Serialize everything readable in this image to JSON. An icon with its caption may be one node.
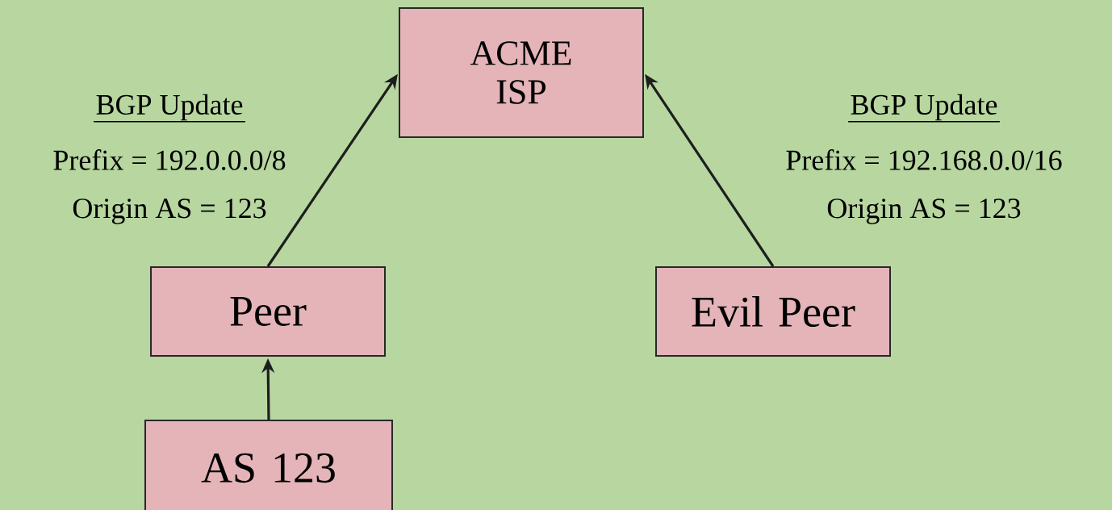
{
  "diagram": {
    "nodes": [
      {
        "text": [
          "ACME ISP"
        ]
      },
      {
        "text": [
          "Peer"
        ]
      },
      {
        "text": [
          "Evil Peer"
        ]
      },
      {
        "text": [
          "AS 123"
        ]
      }
    ],
    "edges": [
      {
        "from": 1,
        "to": 0,
        "arrow": "to"
      },
      {
        "from": 2,
        "to": 0,
        "arrow": "to"
      },
      {
        "from": 3,
        "to": 1,
        "arrow": "to"
      }
    ],
    "labels": [
      "BGP Update",
      "Prefix = 192.0.0.0/8",
      "Origin AS = 123",
      "BGP Update",
      "Prefix = 192.168.0.0/16",
      "Origin AS = 123"
    ]
  }
}
